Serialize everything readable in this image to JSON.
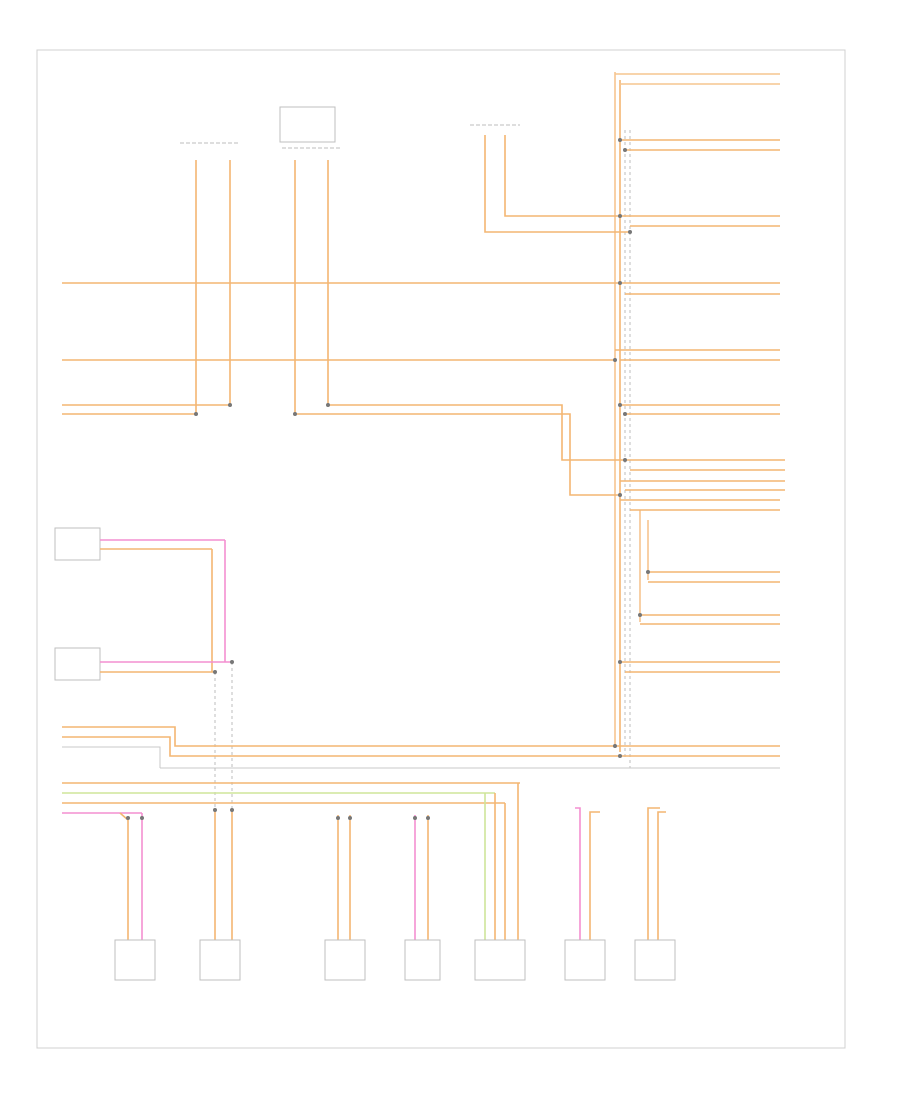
{
  "diagram": {
    "footer_code": "",
    "top_components": [
      {
        "id": "top-comp-1"
      },
      {
        "id": "top-comp-2"
      },
      {
        "id": "top-comp-3"
      }
    ],
    "right_modules": [
      {
        "id": "rm-1"
      },
      {
        "id": "rm-2"
      },
      {
        "id": "rm-3"
      },
      {
        "id": "rm-4"
      },
      {
        "id": "rm-5"
      },
      {
        "id": "rm-6"
      },
      {
        "id": "rm-7"
      },
      {
        "id": "rm-8"
      },
      {
        "id": "rm-9"
      },
      {
        "id": "rm-10"
      },
      {
        "id": "rm-11"
      },
      {
        "id": "rm-12"
      }
    ],
    "bottom_components": [
      {
        "id": "bc-1"
      },
      {
        "id": "bc-2"
      },
      {
        "id": "bc-3"
      },
      {
        "id": "bc-4"
      },
      {
        "id": "bc-5"
      },
      {
        "id": "bc-6"
      },
      {
        "id": "bc-7"
      }
    ],
    "wire_colors": {
      "orange": "#f3b672",
      "pink": "#f48fd0",
      "green": "#cfe59a",
      "gray": "#c9c9c9"
    }
  }
}
